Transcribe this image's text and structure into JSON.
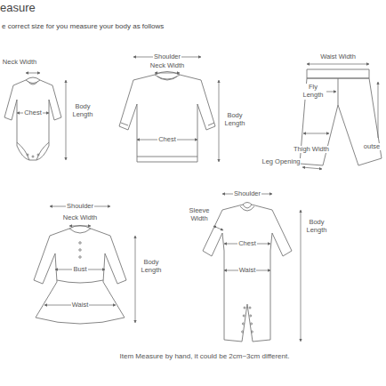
{
  "diagram": {
    "title": "easure",
    "caption": "Item Measure by hand, it could be 2cm~3cm different.",
    "labels": [
      "e correct size for you measure your body as follows",
      "Neck Width",
      "Body Length",
      "Chest",
      "Shoulder",
      "Neck Width",
      "Body Length",
      "Chest",
      "Waist Width",
      "Fly Length",
      "Thigh Width",
      "outse",
      "Leg Opening",
      "Shoulder",
      "Neck Width",
      "Body Length",
      "Bust",
      "Waist",
      "Shoulder",
      "Sleeve Width",
      "Body Length",
      "Chest",
      "Waist"
    ]
  }
}
